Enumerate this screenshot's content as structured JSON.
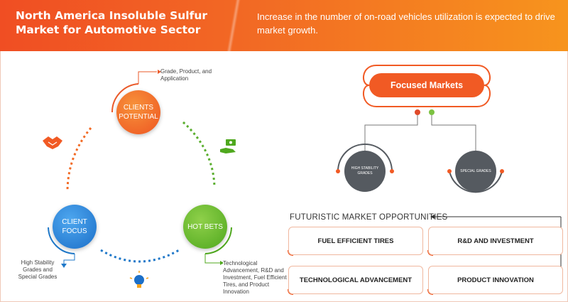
{
  "header": {
    "title": "North America Insoluble Sulfur Market for Automotive Sector",
    "subtitle": "Increase in the number of on-road vehicles utilization is expected to drive market growth."
  },
  "cycle": {
    "clients_potential": "CLIENTS POTENTIAL",
    "client_focus": "CLIENT FOCUS",
    "hot_bets": "HOT BETS",
    "clients_note": "Grade, Product, and Application",
    "focus_note": "High Stability Grades and Special Grades",
    "bets_note": "Technological Advancement, R&D and Investment, Fuel Efficient Tires, and Product Innovation"
  },
  "focused_markets": {
    "label": "Focused Markets",
    "grades": [
      "HIGH STABILITY GRADES",
      "SPECIAL GRADES"
    ]
  },
  "opportunities": {
    "title": "FUTURISTIC MARKET OPPORTUNITIES",
    "items": [
      "FUEL EFFICIENT TIRES",
      "R&D AND INVESTMENT",
      "TECHNOLOGICAL ADVANCEMENT",
      "PRODUCT INNOVATION"
    ]
  },
  "icons": [
    "handshake-icon",
    "money-hand-icon",
    "lightbulb-icon"
  ],
  "colors": {
    "orange": "#f15a24",
    "blue": "#1c6fc8",
    "green": "#4fa81e",
    "gray": "#555a60"
  }
}
